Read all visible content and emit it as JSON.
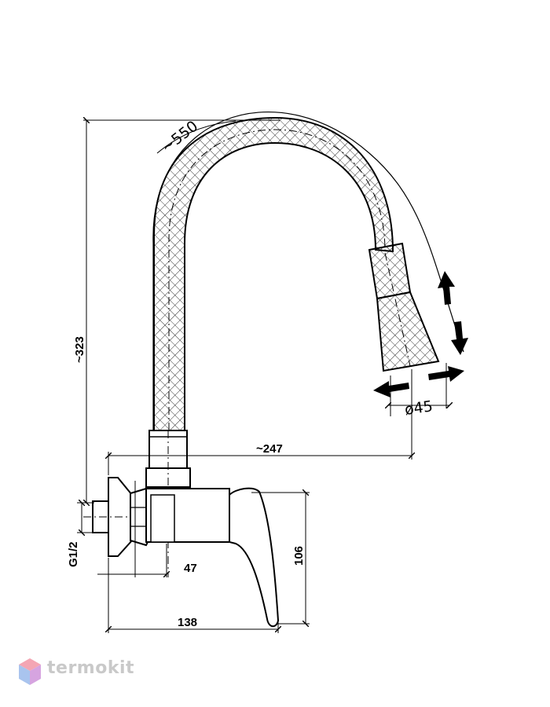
{
  "dimensions": {
    "hose_length": "~550",
    "height": "~323",
    "reach": "~247",
    "spray_diameter": "ø45",
    "thread": "G1/2",
    "wall_offset": "47",
    "body_length": "138",
    "body_height": "106"
  },
  "watermark": {
    "brand": "termokit",
    "colors": {
      "top": "#f4a6b4",
      "left": "#a9c4ee",
      "right": "#d6a4e0"
    }
  }
}
